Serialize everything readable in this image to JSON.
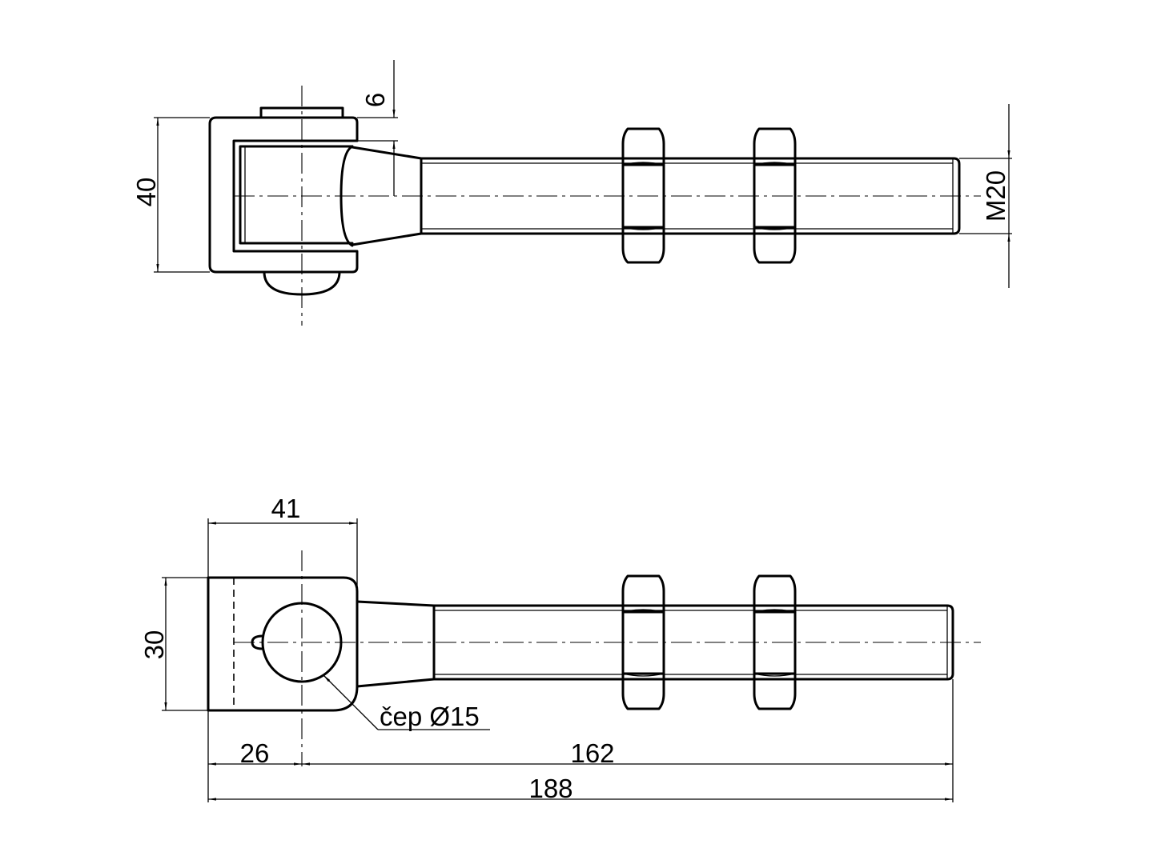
{
  "dimensions": {
    "top_height": "40",
    "flange_thickness": "6",
    "thread": "M20",
    "eye_width": "41",
    "eye_height": "30",
    "pin_callout": "čep Ø15",
    "pin_offset": "26",
    "shank_length": "162",
    "overall_length": "188"
  }
}
